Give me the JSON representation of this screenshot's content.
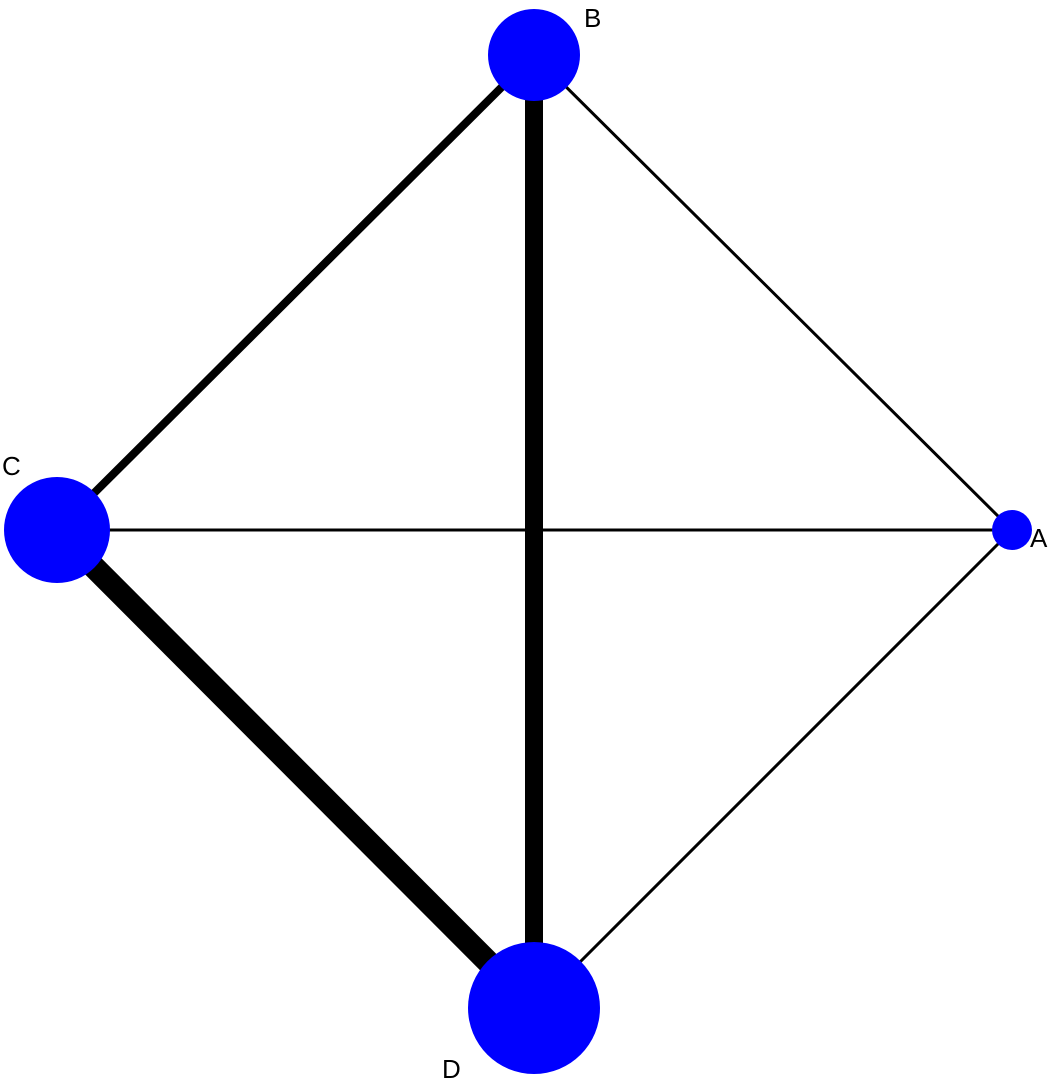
{
  "colors": {
    "node_fill": "#0000ff",
    "edge_stroke": "#000000",
    "background": "#ffffff"
  },
  "nodes": [
    {
      "id": "A",
      "label": "A",
      "size_rank": 1
    },
    {
      "id": "B",
      "label": "B",
      "size_rank": 2
    },
    {
      "id": "C",
      "label": "C",
      "size_rank": 3
    },
    {
      "id": "D",
      "label": "D",
      "size_rank": 4
    }
  ],
  "edges": [
    {
      "from": "B",
      "to": "A",
      "weight": 1
    },
    {
      "from": "A",
      "to": "C",
      "weight": 1
    },
    {
      "from": "A",
      "to": "D",
      "weight": 1
    },
    {
      "from": "B",
      "to": "C",
      "weight": 2
    },
    {
      "from": "B",
      "to": "D",
      "weight": 4
    },
    {
      "from": "C",
      "to": "D",
      "weight": 5
    }
  ]
}
